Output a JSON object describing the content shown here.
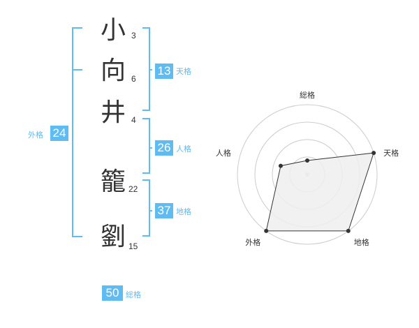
{
  "name_chars": [
    {
      "char": "小",
      "strokes": "3"
    },
    {
      "char": "向",
      "strokes": "6"
    },
    {
      "char": "井",
      "strokes": "4"
    },
    {
      "char": "籠",
      "strokes": "22"
    },
    {
      "char": "劉",
      "strokes": "15"
    }
  ],
  "kaku": {
    "tenkaku": {
      "value": "13",
      "label": "天格"
    },
    "jinkaku": {
      "value": "26",
      "label": "人格"
    },
    "chikaku": {
      "value": "37",
      "label": "地格"
    },
    "gaikaku": {
      "value": "24",
      "label": "外格"
    },
    "soukaku": {
      "value": "50",
      "label": "総格"
    }
  },
  "colors": {
    "accent": "#5ebcf3",
    "text": "#333333",
    "grid": "#cccccc",
    "area": "#efefef"
  },
  "chart_data": {
    "type": "radar",
    "axes": [
      "総格",
      "天格",
      "地格",
      "外格",
      "人格"
    ],
    "values": [
      1,
      5,
      5,
      5,
      2
    ],
    "max": 5,
    "rings": 4
  }
}
